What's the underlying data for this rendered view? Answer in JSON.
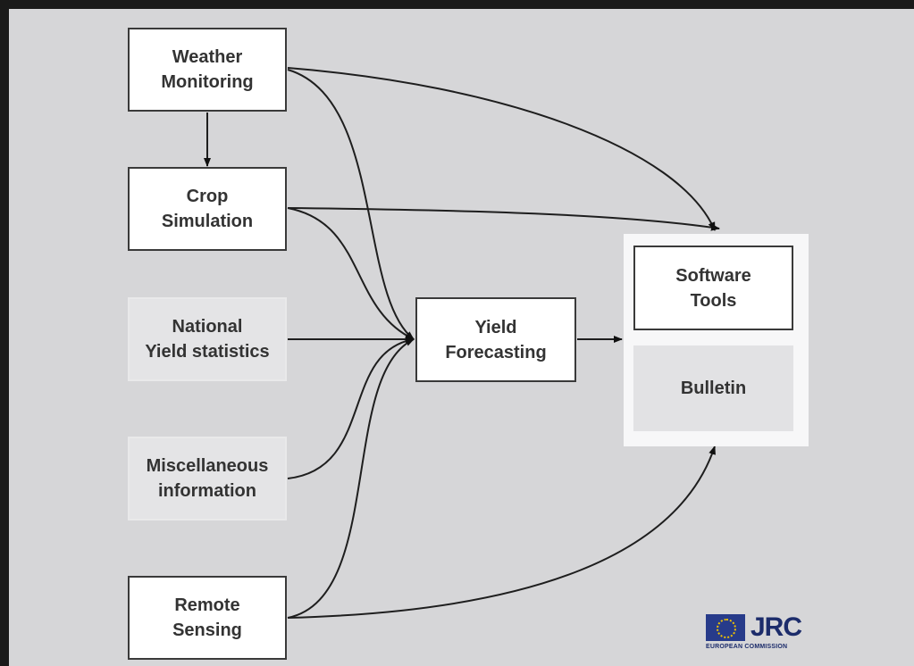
{
  "diagram": {
    "nodes": {
      "weather": "Weather\nMonitoring",
      "crop": "Crop\nSimulation",
      "national": "National\nYield statistics",
      "misc": "Miscellaneous\ninformation",
      "remote": "Remote\nSensing",
      "yield": "Yield\nForecasting",
      "software": "Software\nTools",
      "bulletin": "Bulletin"
    },
    "edges": [
      {
        "from": "Weather Monitoring",
        "to": "Crop Simulation"
      },
      {
        "from": "Weather Monitoring",
        "to": "Yield Forecasting"
      },
      {
        "from": "Weather Monitoring",
        "to": "Software Tools"
      },
      {
        "from": "Crop Simulation",
        "to": "Yield Forecasting"
      },
      {
        "from": "Crop Simulation",
        "to": "Software Tools"
      },
      {
        "from": "National Yield statistics",
        "to": "Yield Forecasting"
      },
      {
        "from": "Miscellaneous information",
        "to": "Yield Forecasting"
      },
      {
        "from": "Remote Sensing",
        "to": "Yield Forecasting"
      },
      {
        "from": "Remote Sensing",
        "to": "Bulletin"
      },
      {
        "from": "Yield Forecasting",
        "to": "Software Tools / Bulletin"
      }
    ]
  },
  "logo": {
    "acronym": "JRC",
    "organization": "EUROPEAN COMMISSION"
  },
  "colors": {
    "frame": "#1a1a1a",
    "background": "#d6d6d8",
    "box_fill": "#ffffff",
    "box_border": "#3a3a3a",
    "soft_fill": "#e4e4e6",
    "text": "#333333",
    "logo_blue": "#273b8a"
  }
}
